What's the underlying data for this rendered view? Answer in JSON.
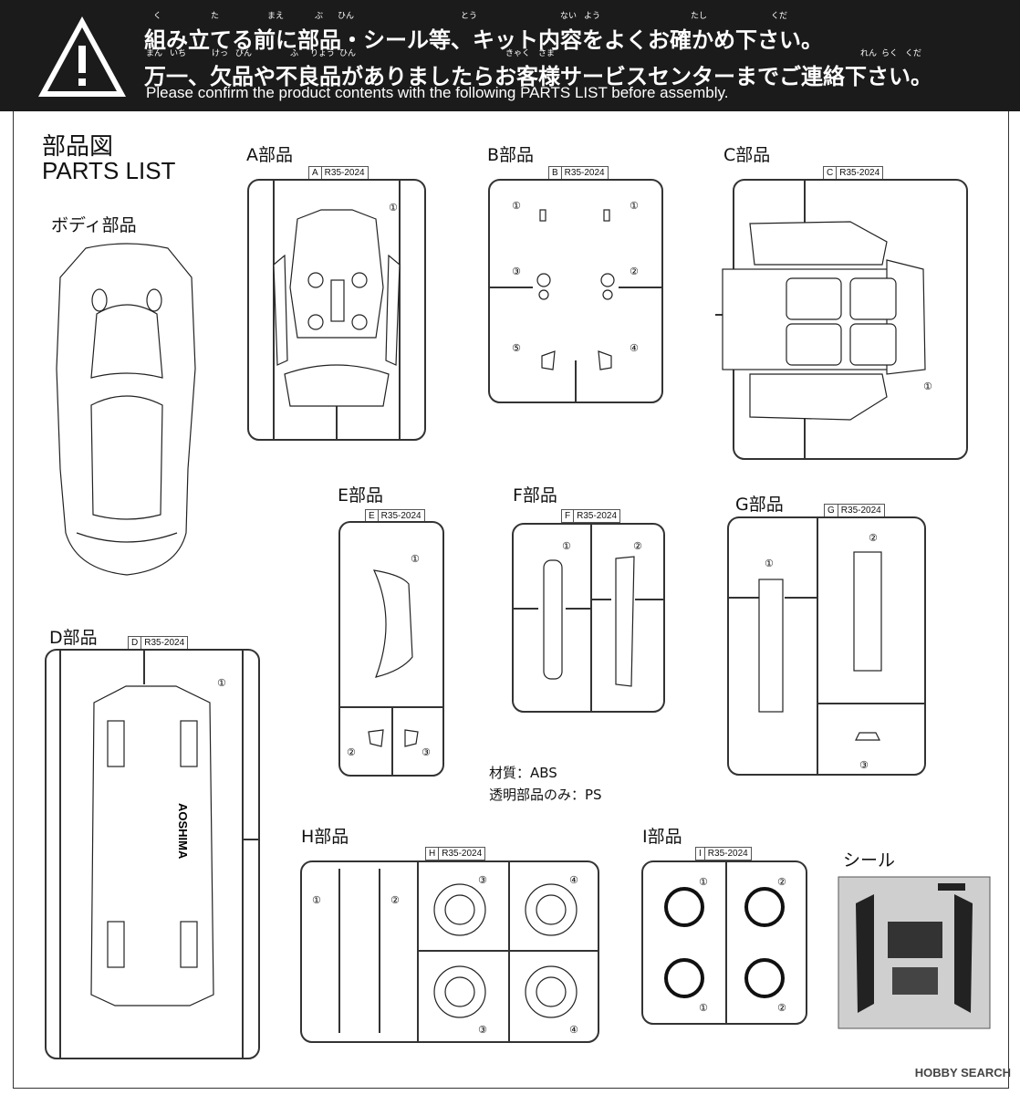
{
  "header": {
    "line1": "組み立てる前に部品・シール等、キット内容をよくお確かめ下さい。",
    "line2": "万一、欠品や不良品がありましたらお客様サービスセンターまでご連絡下さい。",
    "line3": "Please confirm the product contents with the following PARTS LIST before assembly.",
    "furigana1": [
      "く",
      "た",
      "まえ",
      "ぶ",
      "ひん",
      "とう",
      "ない",
      "よう",
      "たし",
      "くだ"
    ],
    "furigana2": [
      "まん",
      "いち",
      "けっ",
      "ぴん",
      "ふ",
      "りょう",
      "ひん",
      "きゃく",
      "さま",
      "れん",
      "らく",
      "くだ"
    ]
  },
  "title": {
    "jp": "部品図",
    "en": "PARTS LIST"
  },
  "body_label": "ボディ部品",
  "sheets": {
    "A": {
      "label": "A部品",
      "letter": "A",
      "code": "R35-2024",
      "numbers": [
        "①"
      ]
    },
    "B": {
      "label": "B部品",
      "letter": "B",
      "code": "R35-2024",
      "numbers": [
        "①",
        "①",
        "②",
        "③",
        "④",
        "⑤"
      ]
    },
    "C": {
      "label": "C部品",
      "letter": "C",
      "code": "R35-2024",
      "numbers": [
        "①"
      ]
    },
    "D": {
      "label": "D部品",
      "letter": "D",
      "code": "R35-2024",
      "numbers": [
        "①"
      ],
      "logo": "AOSHIMA"
    },
    "E": {
      "label": "E部品",
      "letter": "E",
      "code": "R35-2024",
      "numbers": [
        "①",
        "②",
        "③"
      ]
    },
    "F": {
      "label": "F部品",
      "letter": "F",
      "code": "R35-2024",
      "numbers": [
        "①",
        "②"
      ]
    },
    "G": {
      "label": "G部品",
      "letter": "G",
      "code": "R35-2024",
      "numbers": [
        "①",
        "②",
        "③"
      ]
    },
    "H": {
      "label": "H部品",
      "letter": "H",
      "code": "R35-2024",
      "numbers": [
        "①",
        "②",
        "③",
        "④",
        "③",
        "④"
      ]
    },
    "I": {
      "label": "I部品",
      "letter": "I",
      "code": "R35-2024",
      "numbers": [
        "①",
        "②",
        "①",
        "②"
      ]
    }
  },
  "seal_label": "シール",
  "material": {
    "line1": "材質：ABS",
    "line2": "透明部品のみ：PS"
  },
  "credit": "HOBBY SEARCH"
}
